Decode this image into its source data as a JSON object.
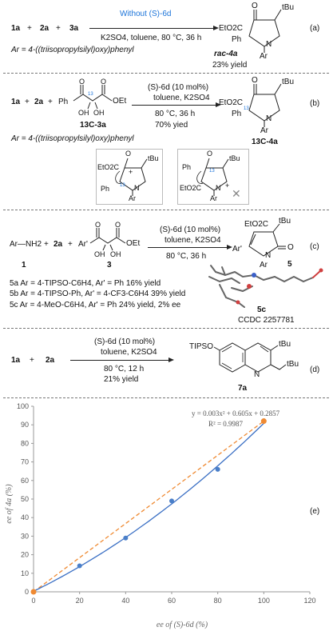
{
  "a": {
    "reactants": [
      "1a",
      "2a",
      "3a"
    ],
    "above": "Without (S)-6d",
    "below": "K2SO4, toluene, 80 °C, 36 h",
    "label": "(a)",
    "prod_ester": "EtO2C",
    "prod_ph": "Ph",
    "prod_tbu": "tBu",
    "prod_ar": "Ar",
    "prod_name": "rac-4a",
    "yield": "23% yield",
    "note": "Ar = 4-((triisopropylsilyl)oxy)phenyl"
  },
  "b": {
    "reactants": [
      "1a",
      "2a",
      "Ph"
    ],
    "c13": "13",
    "reagent_oh": "OH",
    "reagent_oet": "OEt",
    "reagent_name": "13C-3a",
    "above": "(S)-6d (10 mol%)",
    "above2": "toluene, K2SO4",
    "below": "80 °C, 36 h",
    "below2": "70% yied",
    "label": "(b)",
    "prod_name": "13C-4a",
    "note": "Ar = 4-((triisopropylsilyl)oxy)phenyl",
    "ts1": {
      "o": "O",
      "ester": "EtO2C",
      "tbu": "tBu",
      "ph": "Ph",
      "n": "N",
      "ar": "Ar",
      "c13": "13",
      "plus": "+"
    },
    "ts2": {
      "o": "O",
      "ester": "EtO2C",
      "tbu": "tBu",
      "ph": "Ph",
      "n": "N",
      "ar": "Ar",
      "c13": "13",
      "plus": "+",
      "cross": "✕"
    }
  },
  "c": {
    "r1": "Ar—NH2",
    "r1_num": "1",
    "plus": "+",
    "r2": "2a",
    "r3_prefix": "Ar'",
    "r3_num": "3",
    "above": "(S)-6d (10 mol%)",
    "above2": "toluene, K2SO4",
    "below": "80 °C, 36 h",
    "label": "(c)",
    "prod_ester": "EtO2C",
    "prod_num": "5",
    "rows": [
      "5a Ar = 4-TIPSO-C6H4, Ar' = Ph 16% yield",
      "5b Ar = 4-TIPSO-Ph, Ar' = 4-CF3-C6H4 39% yield",
      "5c Ar = 4-MeO-C6H4, Ar' = Ph 24% yield, 2% ee"
    ],
    "crystal_label": "5c",
    "ccdc": "CCDC 2257781"
  },
  "d": {
    "reactants": [
      "1a",
      "2a"
    ],
    "above": "(S)-6d (10 mol%)",
    "above2": "toluene, K2SO4",
    "below": "80 °C, 12 h",
    "below2": "21% yield",
    "label": "(d)",
    "prod_tips": "TIPSO",
    "prod_tbu1": "tBu",
    "prod_tbu2": "tBu",
    "prod_n": "N",
    "prod_name": "7a"
  },
  "e": {
    "label": "(e)"
  },
  "chart_data": {
    "type": "scatter",
    "xlabel": "ee of (S)-6d (%)",
    "ylabel": "ee of 4a (%)",
    "xlim": [
      0,
      120
    ],
    "ylim": [
      0,
      100
    ],
    "xticks": [
      0,
      20,
      40,
      60,
      80,
      100,
      120
    ],
    "yticks": [
      0,
      10,
      20,
      30,
      40,
      50,
      60,
      70,
      80,
      90,
      100
    ],
    "points": [
      {
        "x": 0,
        "y": 0
      },
      {
        "x": 20,
        "y": 14
      },
      {
        "x": 40,
        "y": 29
      },
      {
        "x": 60,
        "y": 49
      },
      {
        "x": 80,
        "y": 66
      },
      {
        "x": 100,
        "y": 92
      }
    ],
    "fit": {
      "a": 0.003,
      "b": 0.605,
      "c": 0.2857
    },
    "equation": "y = 0.003x² + 0.605x + 0.2857",
    "r2": "R² = 0.9987",
    "linear_ref": [
      [
        0,
        0
      ],
      [
        100,
        92
      ]
    ],
    "colors": {
      "points": "#4a7fc9",
      "fit": "#3a6fc4",
      "ref": "#ef8a32",
      "ends": "#ef8a32"
    },
    "grid": false
  }
}
